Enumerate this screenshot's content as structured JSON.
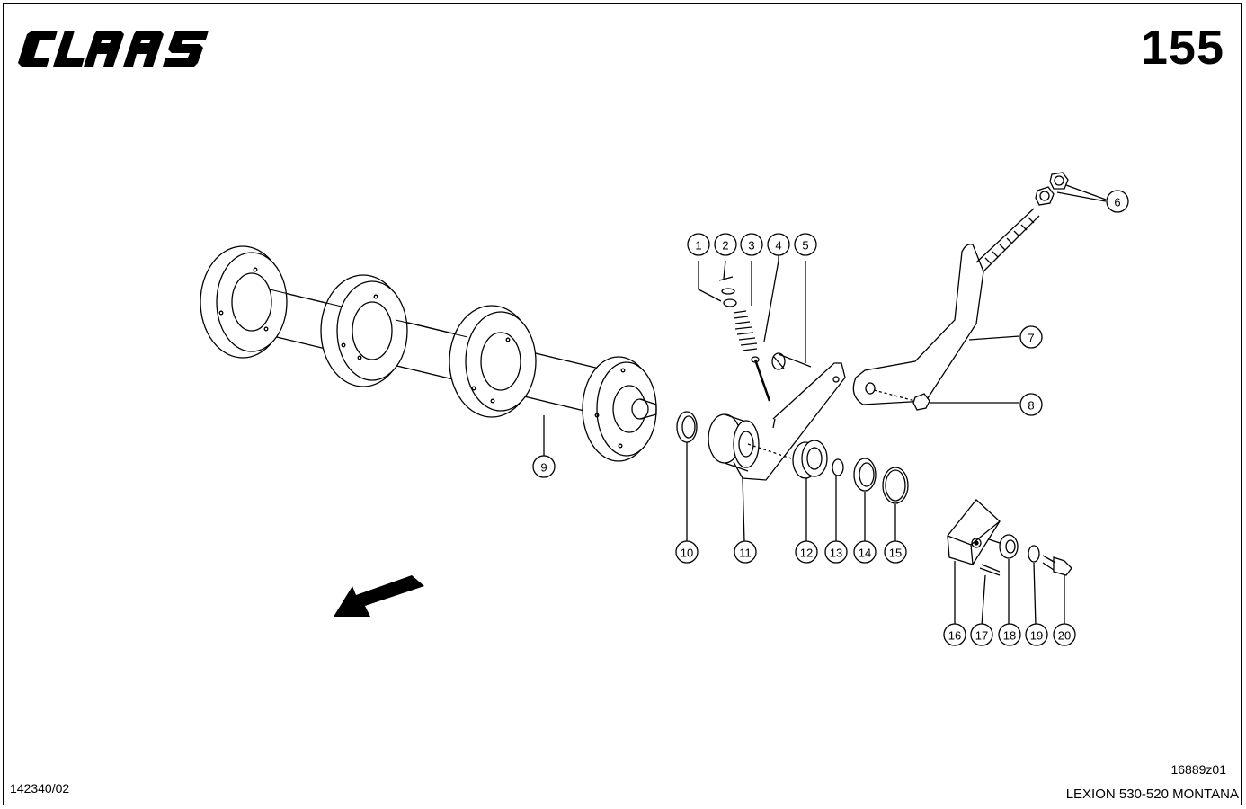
{
  "header": {
    "logo_text": "CLAAS",
    "page_number": "155"
  },
  "footer": {
    "part_number": "142340/02",
    "drawing_number": "16889z01",
    "model": "LEXION 530-520 MONTANA"
  },
  "callouts": [
    "1",
    "2",
    "3",
    "4",
    "5",
    "6",
    "7",
    "8",
    "9",
    "10",
    "11",
    "12",
    "13",
    "14",
    "15",
    "16",
    "17",
    "18",
    "19",
    "20"
  ],
  "icons": {
    "direction_arrow": "direction-arrow-icon"
  }
}
